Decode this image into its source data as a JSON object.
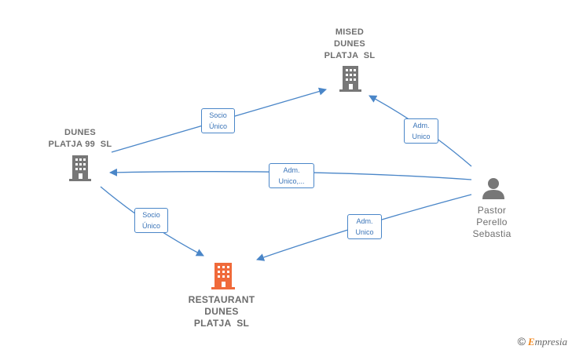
{
  "nodes": {
    "mised": {
      "name_lines": [
        "MISED",
        "DUNES",
        "PLATJA  SL"
      ],
      "icon": "building-icon",
      "color": "#777777"
    },
    "dunes99": {
      "name_lines": [
        "DUNES",
        "PLATJA 99  SL"
      ],
      "icon": "building-icon",
      "color": "#777777"
    },
    "restaurant": {
      "name_lines": [
        "RESTAURANT",
        "DUNES",
        "PLATJA  SL"
      ],
      "icon": "building-icon",
      "color": "#f06a3a"
    },
    "pastor": {
      "name_lines": [
        "Pastor",
        "Perello",
        "Sebastia"
      ],
      "icon": "person-icon",
      "color": "#777777"
    }
  },
  "edges": {
    "dunes99_mised": {
      "lines": [
        "Socio",
        "Único"
      ]
    },
    "pastor_mised": {
      "lines": [
        "Adm.",
        "Unico"
      ]
    },
    "pastor_dunes99": {
      "lines": [
        "Adm.",
        "Unico,..."
      ]
    },
    "dunes99_restaurant": {
      "lines": [
        "Socio",
        "Único"
      ]
    },
    "pastor_restaurant": {
      "lines": [
        "Adm.",
        "Unico"
      ]
    }
  },
  "colors": {
    "edge": "#4a86c8"
  },
  "brand": {
    "copyright": "©",
    "initial": "E",
    "rest": "mpresia"
  }
}
